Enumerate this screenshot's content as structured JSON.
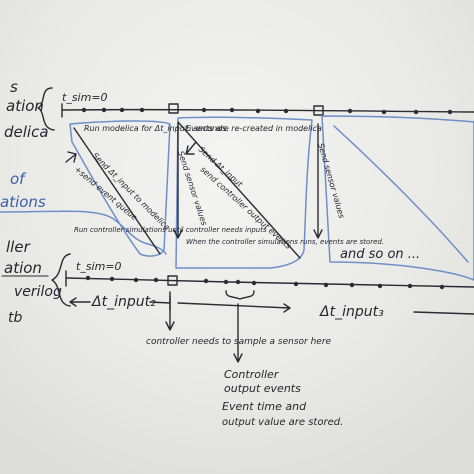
{
  "left_labels": {
    "line1": "s",
    "line2": "ation",
    "line3": "delica",
    "blue1": "of",
    "blue2": "ations",
    "line4": "ller",
    "line5": "ation",
    "line6": "verilog",
    "line7": "tb"
  },
  "top_timeline": {
    "start": "t_sim=0"
  },
  "bottom_timeline": {
    "start": "t_sim=0"
  },
  "notes": {
    "run_modelica": "Run modelica for Δt_input₂ seconds.",
    "events_recreated": "Events are re-created in modelica",
    "send_dt_input": "Send Δt_input to modelica",
    "send_event_queue": "+send event queue",
    "send_sensor_values_1": "Send sensor values",
    "send_dt_input_2": "Send Δt_input",
    "send_controller_output": "send controller output events",
    "run_controller_sim": "Run controller simulations until controller needs inputs",
    "when_controller": "When the controller simulations runs, events are stored.",
    "send_sensor_values_2": "Send sensor values",
    "and_so_on": "and so on ...",
    "dt_input2_label": "Δt_input₂",
    "dt_input3_label": "Δt_input₃",
    "controller_needs": "controller needs to sample a sensor here",
    "controller_output_1": "Controller",
    "controller_output_2": "output events",
    "controller_output_3": "Event time and",
    "controller_output_4": "output value are stored."
  }
}
